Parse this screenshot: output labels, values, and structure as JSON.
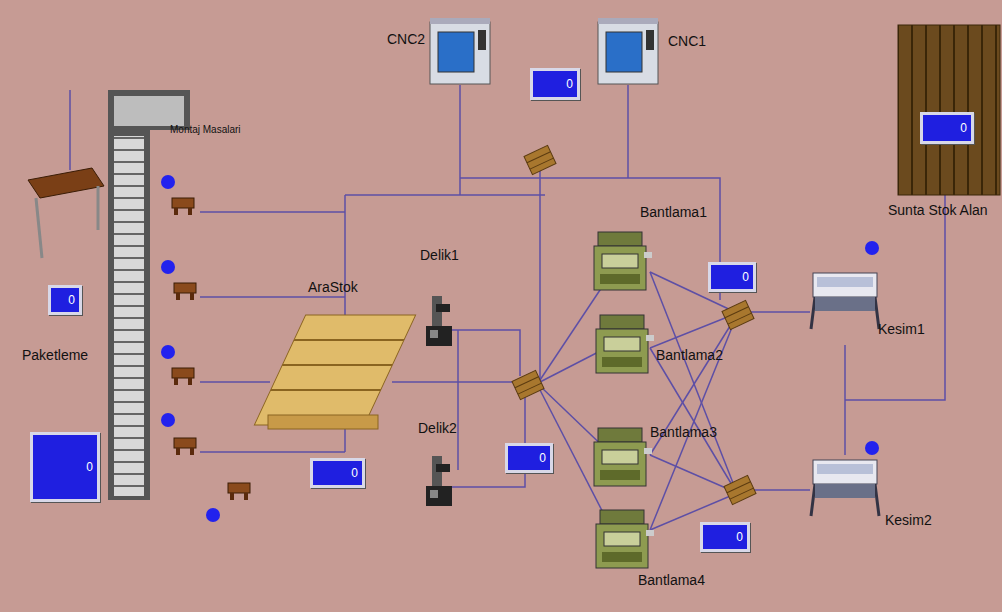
{
  "diagram": {
    "nodes": [
      {
        "text": [
          "0"
        ]
      },
      {
        "text": [
          "0"
        ]
      },
      {
        "text": [
          "0"
        ]
      },
      {
        "text": [
          "0"
        ]
      },
      {
        "text": [
          "0"
        ]
      },
      {
        "text": [
          "0"
        ]
      },
      {
        "text": [
          "0"
        ]
      },
      {
        "text": [
          "0"
        ]
      }
    ],
    "labels": [
      "CNC2",
      "CNC1",
      "Montaj Masalari",
      "Sunta Stok Alan",
      "Bantlama1",
      "Delik1",
      "AraStok",
      "Paketleme",
      "Kesim1",
      "Bantlama2",
      "Delik2",
      "Bantlama3",
      "Kesim2",
      "Bantlama4"
    ]
  }
}
